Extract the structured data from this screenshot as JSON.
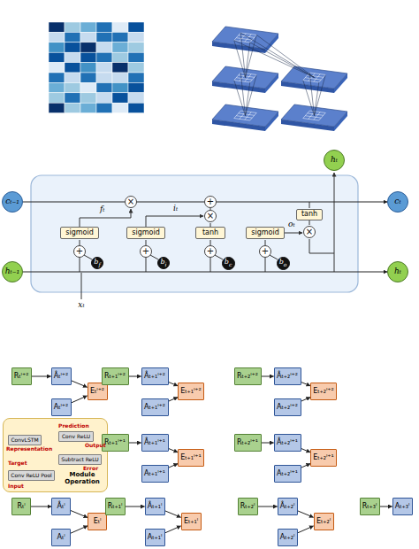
{
  "diagram": {
    "nodes": [
      {
        "text": [
          "cₜ₋₁"
        ]
      },
      {
        "text": [
          "hₜ₋₁"
        ]
      },
      {
        "text": [
          "sigmoid"
        ]
      },
      {
        "text": [
          "sigmoid"
        ]
      },
      {
        "text": [
          "tanh"
        ]
      },
      {
        "text": [
          "sigmoid"
        ]
      },
      {
        "text": [
          "tanh"
        ]
      },
      {
        "text": [
          "bf"
        ]
      },
      {
        "text": [
          "bi"
        ]
      },
      {
        "text": [
          "bc"
        ]
      },
      {
        "text": [
          "bo"
        ]
      },
      {
        "text": [
          "hₜ"
        ]
      },
      {
        "text": [
          "cₜ"
        ]
      },
      {
        "text": [
          "hₜ"
        ]
      },
      {
        "text": [
          "Rₜˡ⁺²"
        ]
      },
      {
        "text": [
          "Âₜˡ⁺²"
        ]
      },
      {
        "text": [
          "Eₜˡ⁺²"
        ]
      },
      {
        "text": [
          "Aₜˡ⁺²"
        ]
      },
      {
        "text": [
          "Rₜ₊₁ˡ⁺²"
        ]
      },
      {
        "text": [
          "Âₜ₊₁ˡ⁺²"
        ]
      },
      {
        "text": [
          "Eₜ₊₁ˡ⁺²"
        ]
      },
      {
        "text": [
          "Aₜ₊₁ˡ⁺²"
        ]
      },
      {
        "text": [
          "Rₜ₊₂ˡ⁺²"
        ]
      },
      {
        "text": [
          "Âₜ₊₂ˡ⁺²"
        ]
      },
      {
        "text": [
          "Eₜ₊₂ˡ⁺²"
        ]
      },
      {
        "text": [
          "Aₜ₊₂ˡ⁺²"
        ]
      },
      {
        "text": [
          "Module Operation"
        ]
      },
      {
        "text": [
          "ConvLSTM"
        ],
        "in": 26
      },
      {
        "text": [
          "Conv ReLU"
        ],
        "in": 26
      },
      {
        "text": [
          "Subtract ReLU"
        ],
        "in": 26
      },
      {
        "text": [
          "Conv ReLU Pool"
        ],
        "in": 26
      },
      {
        "text": [
          "Rₜ₊₁ˡ⁺¹"
        ]
      },
      {
        "text": [
          "Âₜ₊₁ˡ⁺¹"
        ]
      },
      {
        "text": [
          "Eₜ₊₁ˡ⁺¹"
        ]
      },
      {
        "text": [
          "Aₜ₊₁ˡ⁺¹"
        ]
      },
      {
        "text": [
          "Rₜ₊₂ˡ⁺¹"
        ]
      },
      {
        "text": [
          "Âₜ₊₂ˡ⁺¹"
        ]
      },
      {
        "text": [
          "Eₜ₊₂ˡ⁺¹"
        ]
      },
      {
        "text": [
          "Aₜ₊₂ˡ⁺¹"
        ]
      },
      {
        "text": [
          "Rₜˡ"
        ]
      },
      {
        "text": [
          "Âₜˡ"
        ]
      },
      {
        "text": [
          "Eₜˡ"
        ]
      },
      {
        "text": [
          "Aₜˡ"
        ]
      },
      {
        "text": [
          "Rₜ₊₁ˡ"
        ]
      },
      {
        "text": [
          "Âₜ₊₁ˡ"
        ]
      },
      {
        "text": [
          "Eₜ₊₁ˡ"
        ]
      },
      {
        "text": [
          "Aₜ₊₁ˡ"
        ]
      },
      {
        "text": [
          "Rₜ₊₂ˡ"
        ]
      },
      {
        "text": [
          "Âₜ₊₂ˡ"
        ]
      },
      {
        "text": [
          "Eₜ₊₂ˡ"
        ]
      },
      {
        "text": [
          "Aₜ₊₂ˡ"
        ]
      },
      {
        "text": [
          "Rₜ₊₃ˡ"
        ]
      },
      {
        "text": [
          "Aₜ₊₃ˡ"
        ]
      }
    ],
    "edges": [
      {
        "from": 0,
        "to": 12,
        "arrow": "to"
      },
      {
        "from": 1,
        "to": 13,
        "arrow": "to"
      },
      {
        "from": 14,
        "to": 15,
        "arrow": "to"
      },
      {
        "from": 15,
        "to": 16,
        "arrow": "to"
      },
      {
        "from": 17,
        "to": 16,
        "arrow": "to"
      },
      {
        "from": 18,
        "to": 19,
        "arrow": "to"
      },
      {
        "from": 19,
        "to": 20,
        "arrow": "to"
      },
      {
        "from": 21,
        "to": 20,
        "arrow": "to"
      },
      {
        "from": 22,
        "to": 23,
        "arrow": "to"
      },
      {
        "from": 23,
        "to": 24,
        "arrow": "to"
      },
      {
        "from": 25,
        "to": 24,
        "arrow": "to"
      },
      {
        "from": 27,
        "to": 28,
        "arrow": "to"
      },
      {
        "from": 28,
        "to": 29,
        "arrow": "to"
      },
      {
        "from": 30,
        "to": 29,
        "arrow": "to"
      },
      {
        "from": 31,
        "to": 32,
        "arrow": "to"
      },
      {
        "from": 32,
        "to": 33,
        "arrow": "to"
      },
      {
        "from": 34,
        "to": 33,
        "arrow": "to"
      },
      {
        "from": 35,
        "to": 36,
        "arrow": "to"
      },
      {
        "from": 36,
        "to": 37,
        "arrow": "to"
      },
      {
        "from": 38,
        "to": 37,
        "arrow": "to"
      },
      {
        "from": 39,
        "to": 40,
        "arrow": "to"
      },
      {
        "from": 40,
        "to": 41,
        "arrow": "to"
      },
      {
        "from": 42,
        "to": 41,
        "arrow": "to"
      },
      {
        "from": 43,
        "to": 44,
        "arrow": "to"
      },
      {
        "from": 44,
        "to": 45,
        "arrow": "to"
      },
      {
        "from": 46,
        "to": 45,
        "arrow": "to"
      },
      {
        "from": 47,
        "to": 48,
        "arrow": "to"
      },
      {
        "from": 48,
        "to": 49,
        "arrow": "to"
      },
      {
        "from": 50,
        "to": 49,
        "arrow": "to"
      },
      {
        "from": 51,
        "to": 52,
        "arrow": "to"
      }
    ],
    "labels": [
      "xₜ",
      "fₜ",
      "iₜ",
      "oₜ",
      "×",
      "+",
      "×",
      "×",
      "+",
      "+",
      "+",
      "+",
      "Representation",
      "Prediction",
      "Output",
      "Target",
      "Input",
      "Error"
    ]
  }
}
